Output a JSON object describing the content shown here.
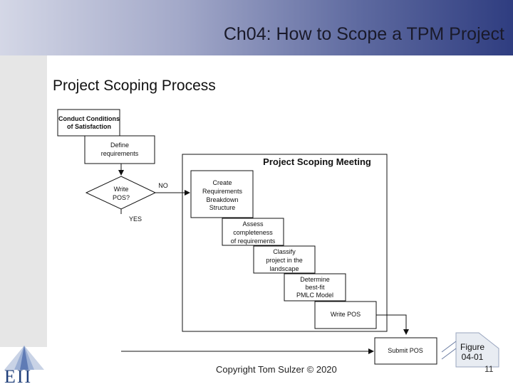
{
  "header": {
    "title": "Ch04: How to Scope a TPM Project"
  },
  "slide": {
    "title": "Project Scoping Process"
  },
  "diagram": {
    "meeting_title": "Project Scoping Meeting",
    "boxes": {
      "cos": [
        "Conduct Conditions",
        "of Satisfaction"
      ],
      "define": [
        "Define",
        "requirements"
      ],
      "create_rbs": [
        "Create",
        "Requirements",
        "Breakdown",
        "Structure"
      ],
      "assess": [
        "Assess",
        "completeness",
        "of requirements"
      ],
      "classify": [
        "Classify",
        "project in the",
        "landscape"
      ],
      "pmlc": [
        "Determine",
        "best-fit",
        "PMLC Model"
      ],
      "write_pos_box": [
        "Write POS"
      ],
      "submit_pos": [
        "Submit POS"
      ]
    },
    "decision": [
      "Write",
      "POS?"
    ],
    "no_label": "NO",
    "yes_label": "YES"
  },
  "footer": {
    "copyright": "Copyright Tom Sulzer © 2020",
    "figure_line1": "Figure",
    "figure_line2": "04-01",
    "page": "11",
    "logo_text": "EII"
  }
}
